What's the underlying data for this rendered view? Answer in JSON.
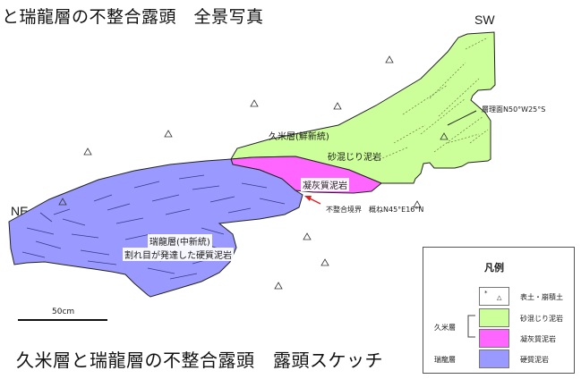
{
  "titles": {
    "top": "と瑞龍層の不整合露頭　全景写真",
    "bottom": "久米層と瑞龍層の不整合露頭　露頭スケッチ"
  },
  "directions": {
    "sw": "SW",
    "ne": "NE"
  },
  "labels": {
    "kume_formation": "久米層(鮮新統)",
    "sandy_mudstone": "砂混じり泥岩",
    "tuffaceous_mudstone": "凝灰質泥岩",
    "zuiryu_formation": "瑞龍層(中新統)",
    "zuiryu_desc": "割れ目が発達した硬質泥岩",
    "bedding": "層理面N50°W25°S",
    "unconformity": "不整合境界　概ねN45°E16°N"
  },
  "scale": {
    "label": "50cm"
  },
  "legend": {
    "title": "凡例",
    "items": [
      {
        "text": "表土・崩積土",
        "color": "#ffffff"
      },
      {
        "text": "砂混じり泥岩",
        "color": "#ccff99"
      },
      {
        "text": "凝灰質泥岩",
        "color": "#ff66ff"
      },
      {
        "text": "硬質泥岩",
        "color": "#9999ff"
      }
    ],
    "group_kume": "久米層",
    "group_zuiryu": "瑞龍層"
  },
  "colors": {
    "sandy_mudstone": "#ccff99",
    "tuffaceous_mudstone": "#ff66ff",
    "hard_mudstone": "#9999ff",
    "unconformity_arrow": "#e02020"
  }
}
